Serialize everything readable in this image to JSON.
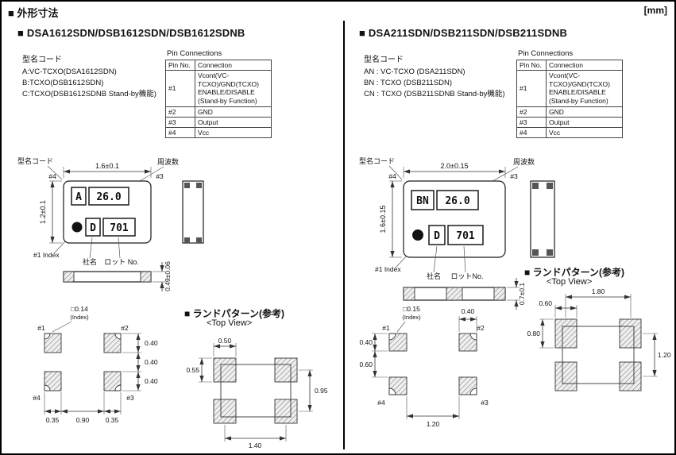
{
  "page": {
    "title": "■ 外形寸法",
    "unit": "[mm]"
  },
  "pin_table": {
    "title": "Pin Connections",
    "col_pin": "Pin No.",
    "col_conn": "Connection",
    "rows": [
      {
        "pin": "#1",
        "conn": "Vcont(VC-TCXO)/GND(TCXO) ENABLE/DISABLE (Stand-by Function)"
      },
      {
        "pin": "#2",
        "conn": "GND"
      },
      {
        "pin": "#3",
        "conn": "Output"
      },
      {
        "pin": "#4",
        "conn": "Vcc"
      }
    ]
  },
  "left": {
    "heading": "■ DSA1612SDN/DSB1612SDN/DSB1612SDNB",
    "model_code_label": "型名コード",
    "model_codes": [
      "A:VC-TCXO(DSA1612SDN)",
      "B:TCXO(DSB1612SDN)",
      "C:TCXO(DSB1612SDNB Stand-by機能)"
    ],
    "pkg": {
      "model_code_label": "型名コード",
      "freq_label": "周波数",
      "width_dim": "1.6±0.1",
      "height_dim": "1.2±0.1",
      "thickness_dim": "0.49±0.06",
      "pin_tl": "#4",
      "pin_tr": "#3",
      "code": "A",
      "freq": "26.0",
      "date": "D",
      "lot": "701",
      "index_label": "#1 Index",
      "company_label": "社名",
      "lot_label": "ロット No."
    },
    "fp": {
      "index_dim": "□0.14",
      "index_label": "(Index)",
      "pin1": "#1",
      "pin2": "#2",
      "pin3": "#3",
      "pin4": "#4",
      "v1": "0.40",
      "v2": "0.40",
      "v3": "0.40",
      "h1": "0.35",
      "h2": "0.90",
      "h3": "0.35"
    },
    "lp": {
      "heading": "■ ランドパターン(参考)",
      "subheading": "<Top View>",
      "pad_w": "0.50",
      "pad_h": "0.55",
      "v_pitch": "0.95",
      "h_pitch": "1.40"
    }
  },
  "right": {
    "heading": "■ DSA211SDN/DSB211SDN/DSB211SDNB",
    "model_code_label": "型名コード",
    "model_codes": [
      "AN : VC-TCXO (DSA211SDN)",
      "BN : TCXO (DSB211SDN)",
      "CN : TCXO (DSB211SDNB Stand-by機能)"
    ],
    "pkg": {
      "model_code_label": "型名コード",
      "freq_label": "周波数",
      "width_dim": "2.0±0.15",
      "height_dim": "1.6±0.15",
      "thickness_dim": "0.7±0.1",
      "pin_tl": "#4",
      "pin_tr": "#3",
      "code": "BN",
      "freq": "26.0",
      "date": "D",
      "lot": "701",
      "index_label": "#1 Index",
      "company_label": "社名",
      "lot_label": "ロットNo."
    },
    "fp": {
      "index_dim": "□0.15",
      "index_label": "(Index)",
      "pin1": "#1",
      "pin2": "#2",
      "pin3": "#3",
      "pin4": "#4",
      "pad_w": "0.40",
      "v1": "0.40",
      "v2": "0.60",
      "h1": "1.20"
    },
    "lp": {
      "heading": "■ ランドパターン(参考)",
      "subheading": "<Top View>",
      "pad_w": "0.60",
      "pad_h": "0.80",
      "v_pitch": "1.20",
      "h_pitch": "1.80"
    }
  }
}
